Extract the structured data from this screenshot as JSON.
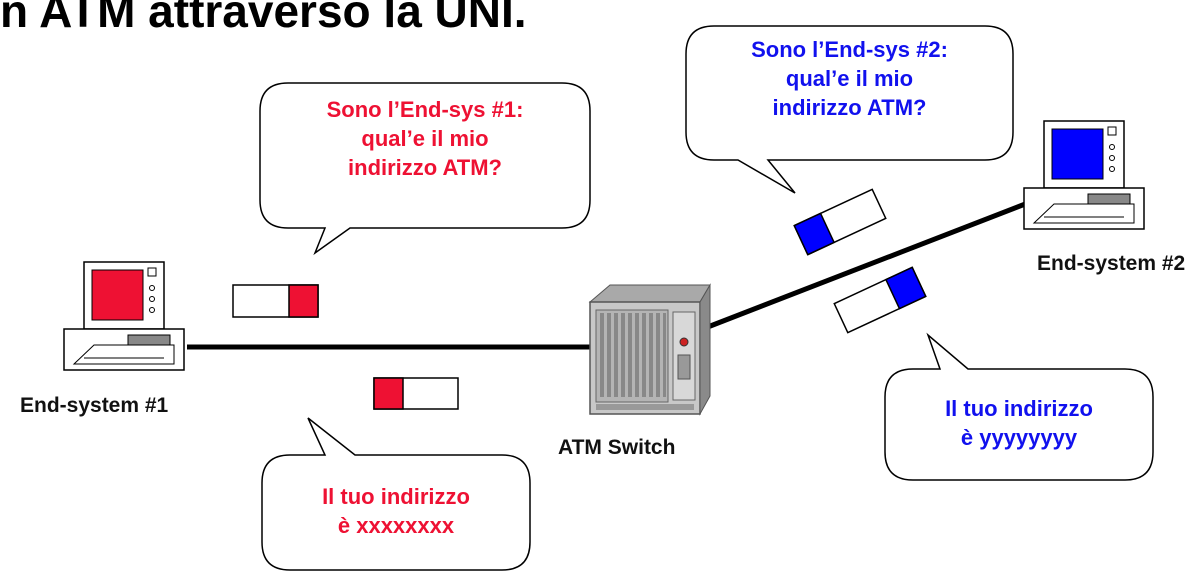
{
  "title": "n ATM attraverso la UNI.",
  "bubbles": {
    "es1_question": "Sono l’End-sys #1:\nqual’e il mio\n indirizzo ATM?",
    "es2_question": "Sono l’End-sys #2:\nqual’e il mio\n indirizzo ATM?",
    "es1_reply": "Il tuo indirizzo\nè xxxxxxxx",
    "es2_reply": "Il tuo indirizzo\nè yyyyyyyy"
  },
  "labels": {
    "end_system_1": "End-system #1",
    "end_system_2": "End-system #2",
    "switch": "ATM Switch"
  },
  "colors": {
    "end_system_1": "#ee1133",
    "end_system_2": "#0000ff",
    "link": "#000000",
    "switch_body": "#c8c8c8"
  }
}
